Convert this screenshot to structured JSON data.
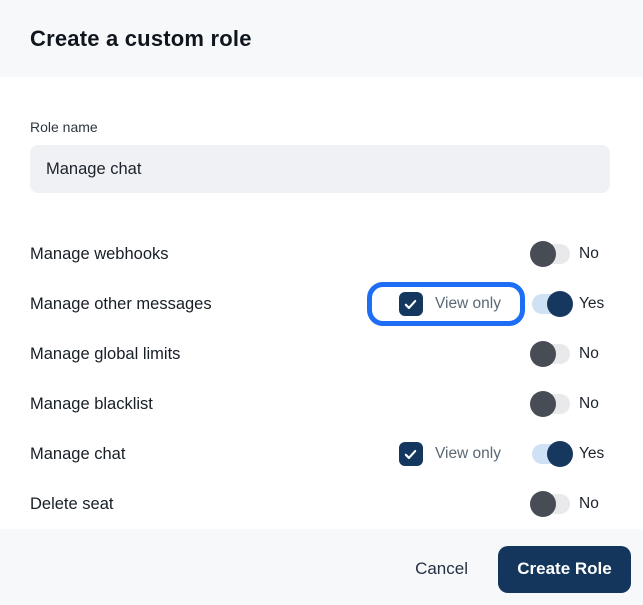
{
  "header": {
    "title": "Create a custom role"
  },
  "form": {
    "role_name_label": "Role name",
    "role_name_value": "Manage chat"
  },
  "permissions": {
    "view_only_label": "View only",
    "toggle_on_label": "Yes",
    "toggle_off_label": "No",
    "rows": [
      {
        "label": "Manage webhooks",
        "enabled": false,
        "view_only": false,
        "highlighted": false
      },
      {
        "label": "Manage other messages",
        "enabled": true,
        "view_only": true,
        "highlighted": true
      },
      {
        "label": "Manage global limits",
        "enabled": false,
        "view_only": false,
        "highlighted": false
      },
      {
        "label": "Manage blacklist",
        "enabled": false,
        "view_only": false,
        "highlighted": false
      },
      {
        "label": "Manage chat",
        "enabled": true,
        "view_only": true,
        "highlighted": false
      },
      {
        "label": "Delete seat",
        "enabled": false,
        "view_only": false,
        "highlighted": false
      }
    ]
  },
  "footer": {
    "cancel_label": "Cancel",
    "create_label": "Create Role"
  },
  "colors": {
    "highlight_ring": "#1e6ef5",
    "navy": "#14365c",
    "checkbox_bg": "#14375f",
    "toggle_on_track": "#cfe1f5",
    "toggle_on_knob": "#16375e",
    "toggle_off_track": "#e9e9ec",
    "toggle_off_knob": "#484c55",
    "header_footer_bg": "#f7f8fa",
    "input_bg": "#f0f1f4"
  }
}
